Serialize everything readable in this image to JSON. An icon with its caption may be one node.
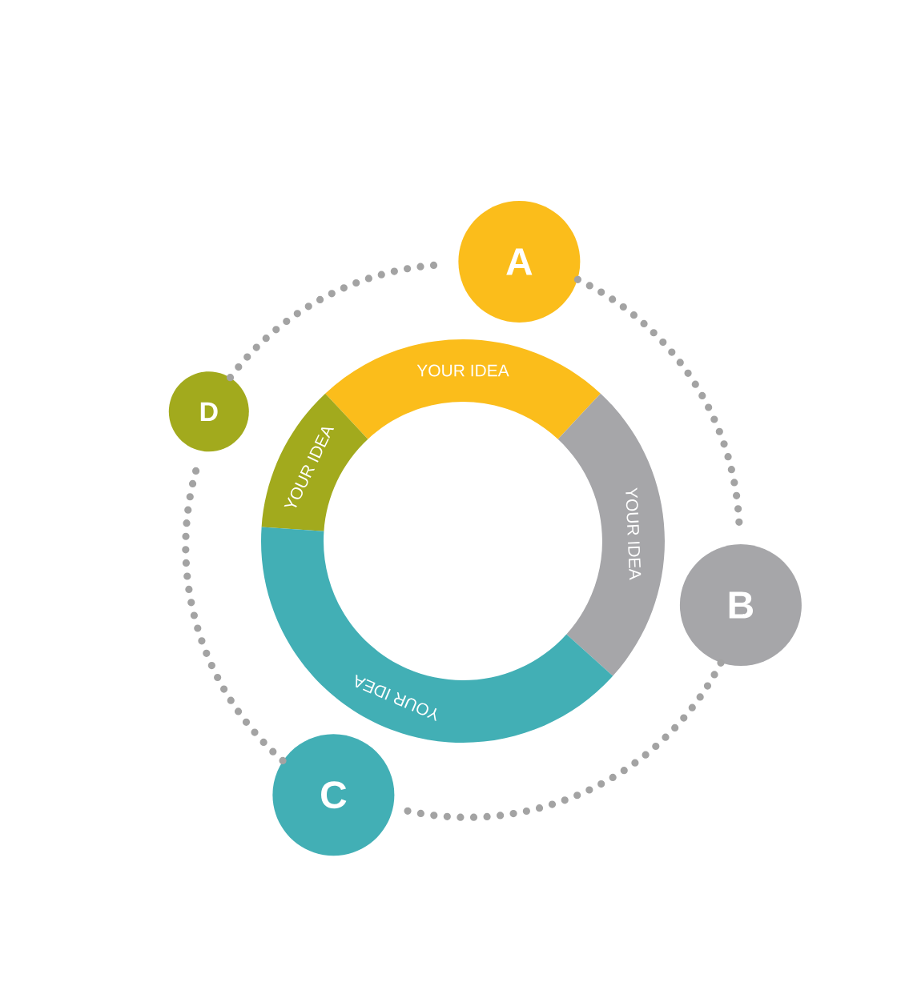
{
  "diagram": {
    "nodes": [
      {
        "text": [
          "A"
        ]
      },
      {
        "text": [
          "D"
        ]
      },
      {
        "text": [
          "B"
        ]
      },
      {
        "text": [
          "C"
        ]
      },
      {
        "text": [
          "YOUR IDEA"
        ]
      },
      {
        "text": [
          "YOUR IDEA"
        ]
      },
      {
        "text": [
          "YOUR IDEA"
        ]
      },
      {
        "text": [
          "YOUR IDEA"
        ]
      }
    ],
    "edges": [
      {
        "from": 0,
        "to": 2,
        "arrow": "none"
      },
      {
        "from": 2,
        "to": 3,
        "arrow": "none"
      },
      {
        "from": 3,
        "to": 1,
        "arrow": "none"
      },
      {
        "from": 1,
        "to": 0,
        "arrow": "none"
      }
    ]
  }
}
